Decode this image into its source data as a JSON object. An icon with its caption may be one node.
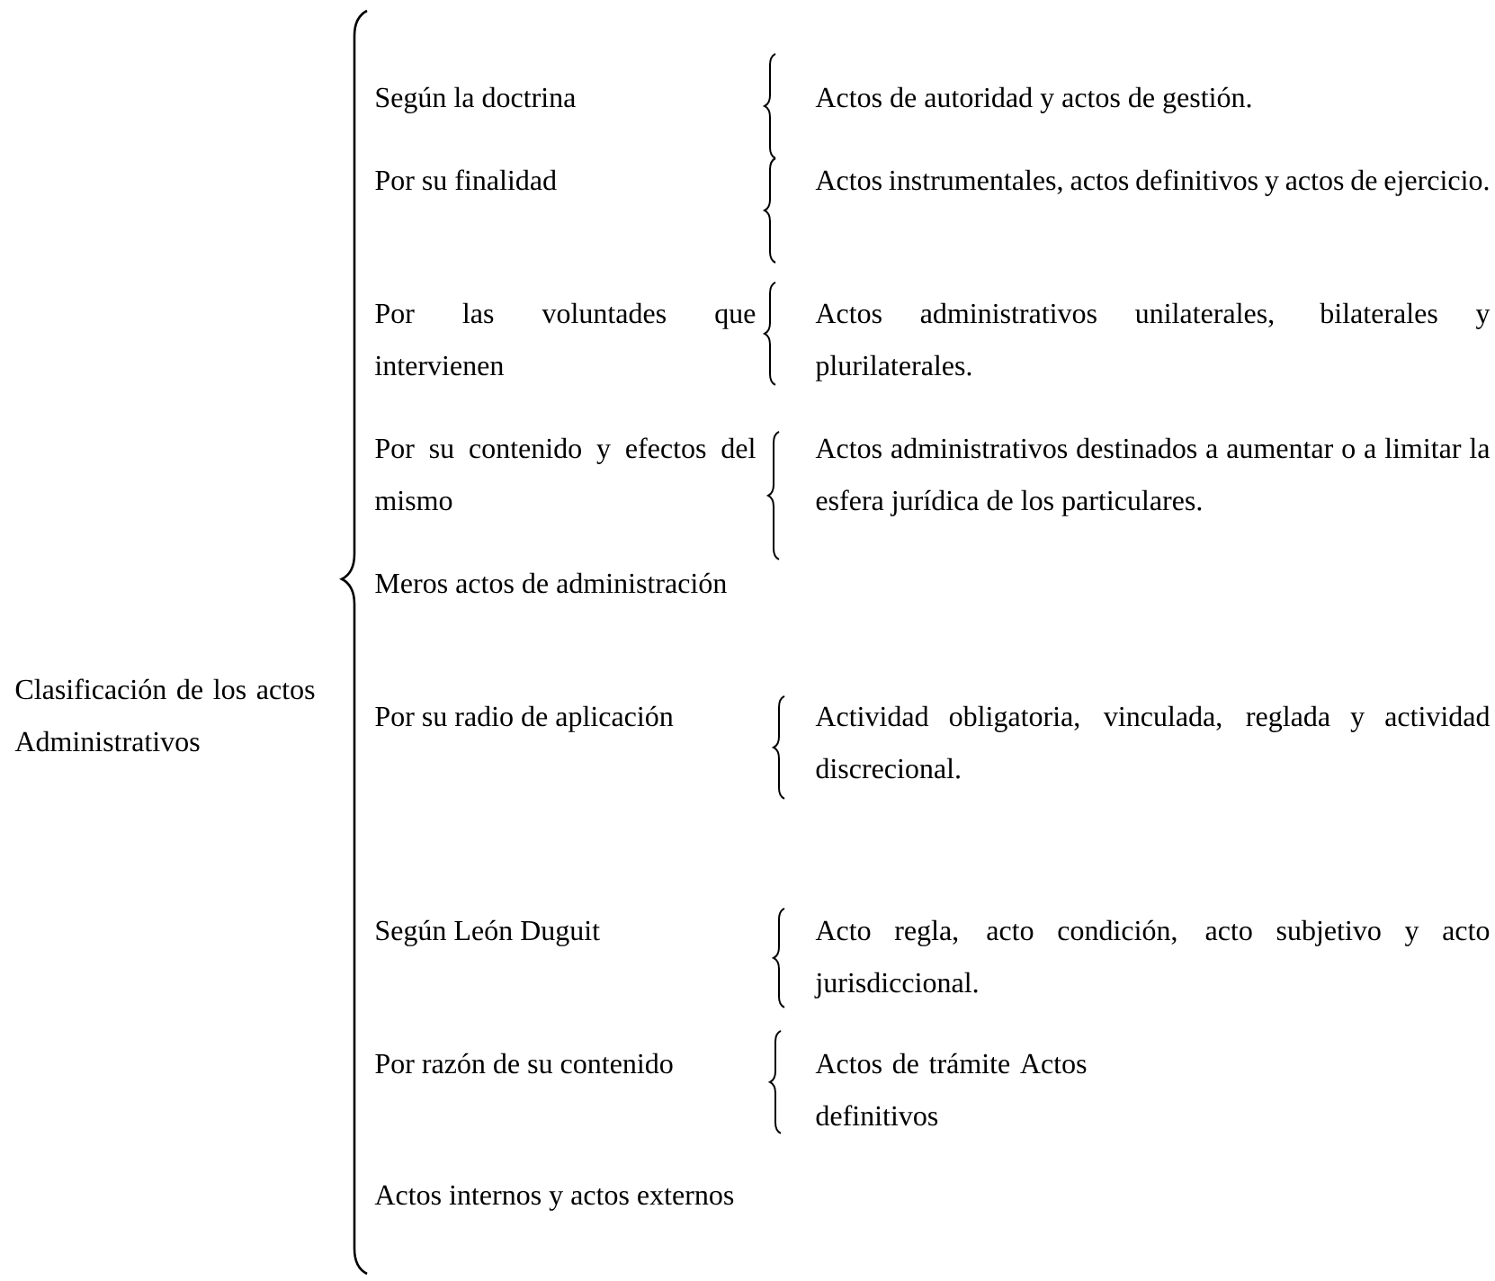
{
  "diagram": {
    "nodes": [
      {
        "text": [
          "Clasificación de los actos Administrativos"
        ]
      },
      {
        "text": [
          "Según la doctrina"
        ]
      },
      {
        "text": [
          "Actos de autoridad y actos de gestión."
        ]
      },
      {
        "text": [
          "Por su finalidad"
        ]
      },
      {
        "text": [
          "Actos instrumentales, actos definitivos y actos de ejercicio."
        ]
      },
      {
        "text": [
          "Por las voluntades que intervienen"
        ]
      },
      {
        "text": [
          "Actos administrativos unilaterales, bilaterales y plurilaterales."
        ]
      },
      {
        "text": [
          "Por su contenido y efectos del mismo"
        ]
      },
      {
        "text": [
          "Actos administrativos destinados a aumentar o a limitar la esfera jurídica de los particulares."
        ]
      },
      {
        "text": [
          "Meros actos de administración"
        ]
      },
      {
        "text": [
          "Por su radio de aplicación"
        ]
      },
      {
        "text": [
          "Actividad obligatoria, vinculada, reglada y actividad discrecional."
        ]
      },
      {
        "text": [
          "Según León Duguit"
        ]
      },
      {
        "text": [
          "Acto regla, acto condición, acto subjetivo y acto jurisdiccional."
        ]
      },
      {
        "text": [
          "Por razón de su contenido"
        ]
      },
      {
        "text": [
          "Actos de trámite Actos definitivos"
        ]
      },
      {
        "text": [
          "Actos internos y actos externos"
        ]
      }
    ]
  }
}
